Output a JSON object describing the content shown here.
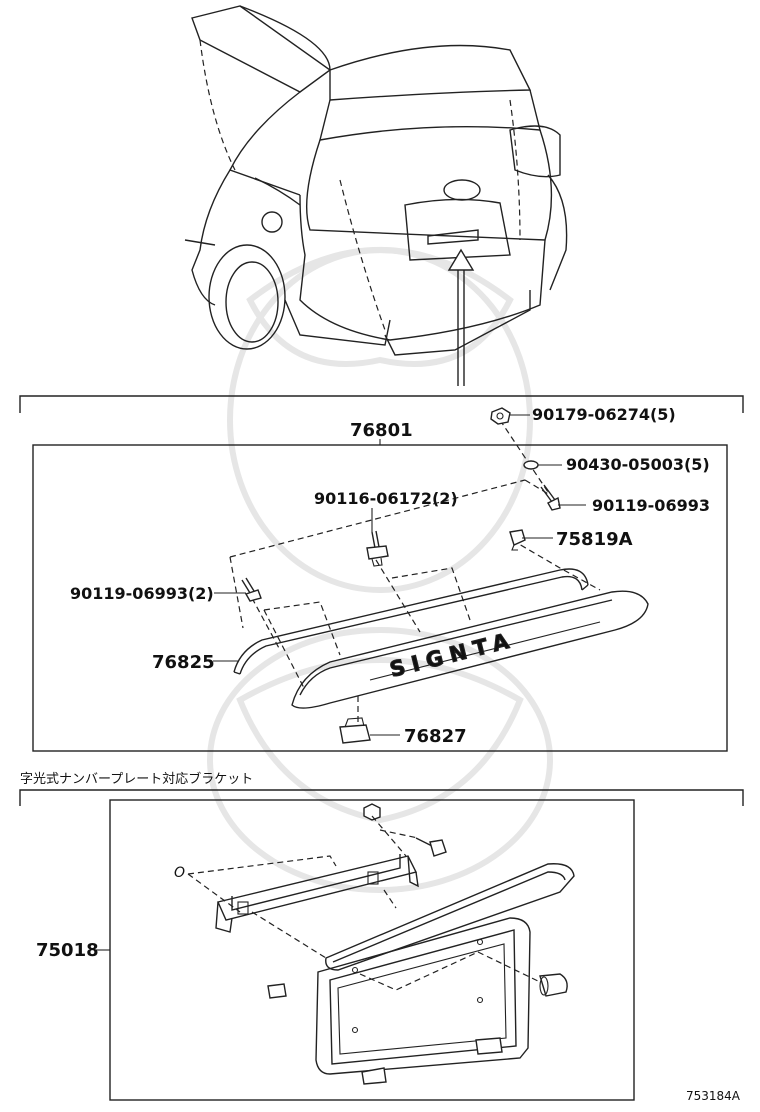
{
  "parts": {
    "assembly": "76801",
    "nut": "90179-06274(5)",
    "washer": "90430-05003(5)",
    "screw_right": "90119-06993",
    "screw_center": "90116-06172(2)",
    "screw_left": "90119-06993(2)",
    "clip": "75819A",
    "moulding": "76825",
    "cover": "76827",
    "bracket": "75018"
  },
  "emblem_text": "SIGNTA",
  "section_note": "字光式ナンバープレート対応ブラケット",
  "callout_letter": "O",
  "diagram_id": "753184A",
  "colors": {
    "line": "#222222",
    "watermark": "#e6e6e6"
  }
}
